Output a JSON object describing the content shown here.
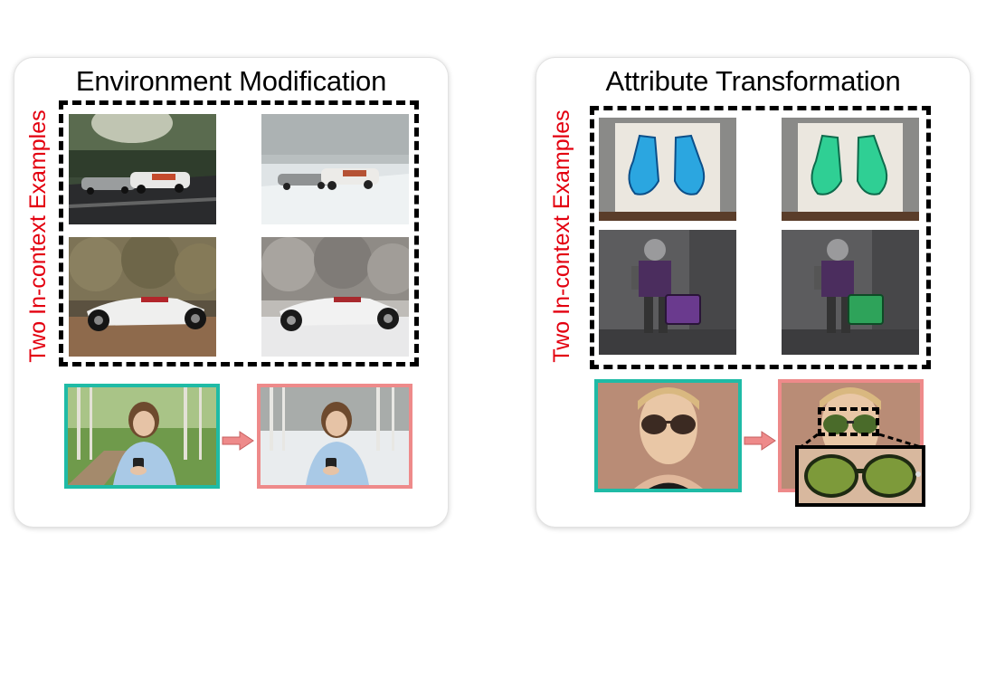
{
  "panels": [
    {
      "title": "Environment Modification",
      "side_label": "Two In-context Examples"
    },
    {
      "title": "Attribute Transformation",
      "side_label": "Two In-context Examples"
    }
  ],
  "colors": {
    "side_label": "#e3000f",
    "source_frame": "#1fbba6",
    "target_frame": "#ee8a8a",
    "arrow": "#ee8a8a"
  }
}
